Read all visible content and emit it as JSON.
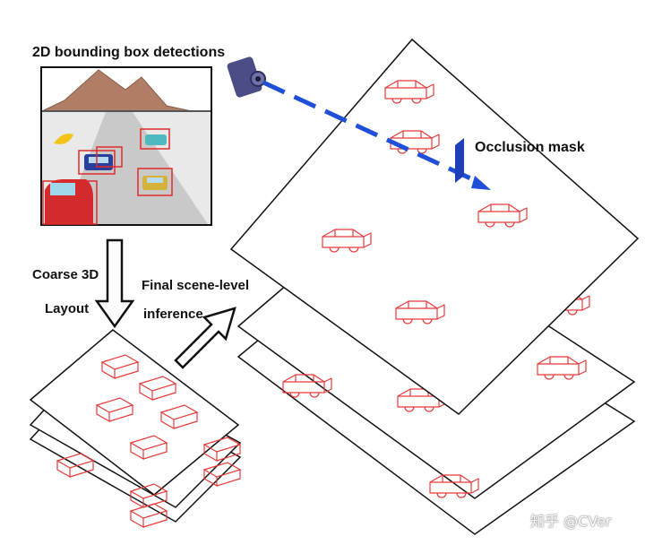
{
  "labels": {
    "detections_title": "2D bounding box detections",
    "coarse_line1": "Coarse 3D",
    "coarse_line2": "Layout",
    "final_line1": "Final scene-level",
    "final_line2": "inference",
    "occlusion": "Occlusion mask"
  },
  "watermark": {
    "text": "知乎 @CVer"
  },
  "icons": {
    "camera": "camera-icon",
    "down_arrow": "arrow-down-icon",
    "diag_arrow": "arrow-up-right-icon",
    "occlusion_mask": "occlusion-mask-icon"
  },
  "colors": {
    "wireframe": "#e83a3a",
    "ray": "#1f4fd6",
    "mountain": "#b07e66",
    "sky": "#ffffff",
    "road": "#c9c9c9",
    "ground": "#e9e9e9",
    "outline": "#111111"
  }
}
